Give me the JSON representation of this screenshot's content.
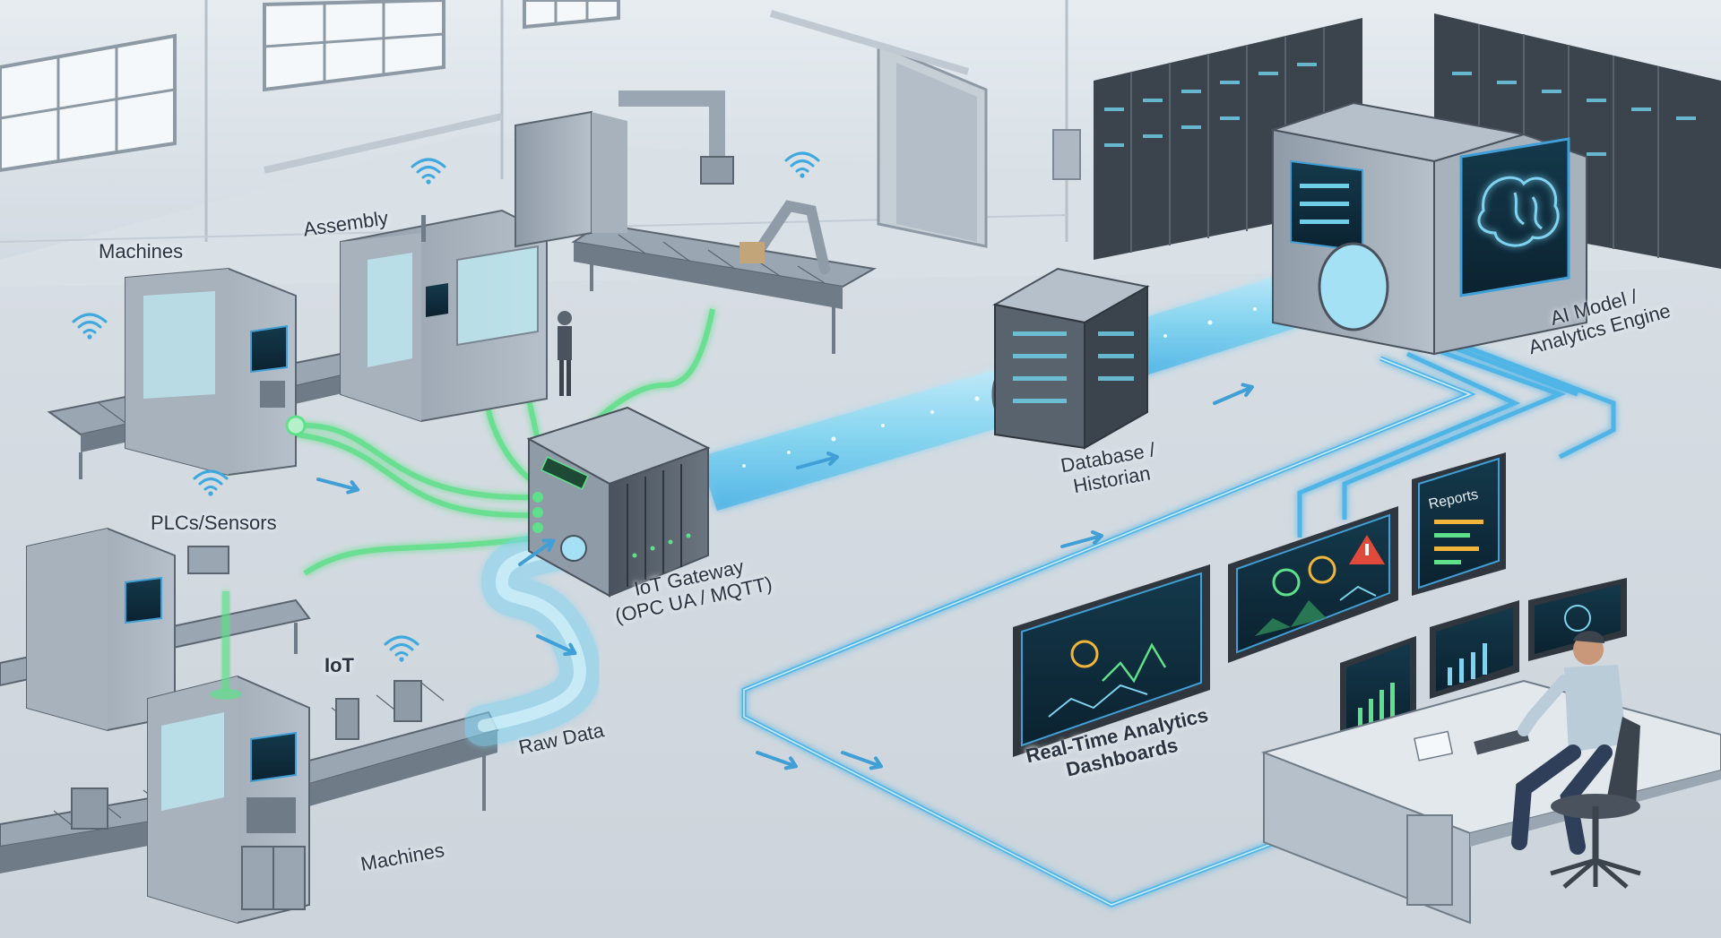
{
  "labels": {
    "machines_top": "Machines",
    "assembly": "Assembly",
    "plcs_sensors": "PLCs/Sensors",
    "iot": "IoT",
    "machines_bottom": "Machines",
    "raw_data": "Raw Data",
    "iot_gateway_line1": "IoT Gateway",
    "iot_gateway_line2": "(OPC UA / MQTT)",
    "database_line1": "Database /",
    "database_line2": "Historian",
    "ai_line1": "AI Model /",
    "ai_line2": "Analytics Engine",
    "dashboards_line1": "Real-Time Analytics",
    "dashboards_line2": "Dashboards",
    "reports": "Reports"
  },
  "colors": {
    "background": "#dfe5ea",
    "floor": "#d3dae1",
    "wall": "#e9eef2",
    "machine": "#9aa6b2",
    "sensor_cable": "#5fe08a",
    "data_pipe": "#7fd3f0",
    "data_line": "#4fb4e6",
    "screen_bg": "#0e2b3a",
    "alert": "#e04a3a"
  },
  "icons": [
    "wifi-icon",
    "brain-icon",
    "warning-icon",
    "flow-arrow-icon"
  ]
}
